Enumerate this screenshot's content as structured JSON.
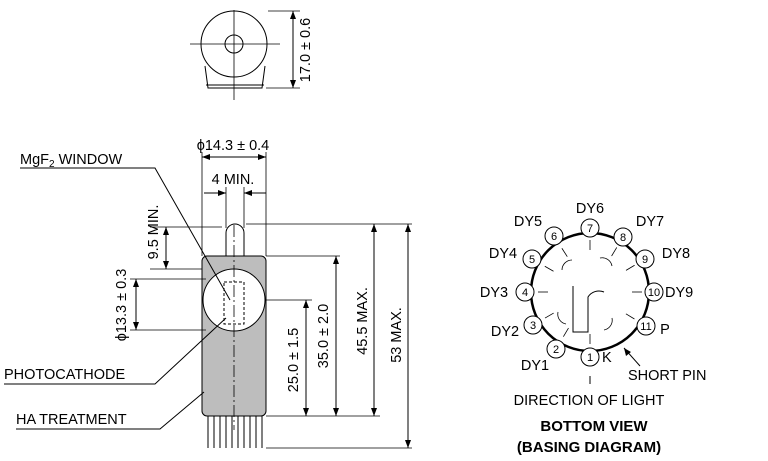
{
  "top_view": {
    "dim_height": "17.0 ± 0.6"
  },
  "side_view": {
    "dim_diameter": "ϕ14.3 ± 0.4",
    "dim_min_width": "4 MIN.",
    "dim_pin_min": "9.5 MIN.",
    "dim_window_diameter": "ϕ13.3 ± 0.3",
    "dim_window_center": "25.0 ± 1.5",
    "dim_body_length": "35.0 ± 2.0",
    "dim_max_length": "45.5 MAX.",
    "dim_total_max": "53 MAX."
  },
  "callouts": {
    "window_prefix": "MgF",
    "window_sub": "2",
    "window_suffix": " WINDOW",
    "photocathode": "PHOTOCATHODE",
    "ha_treatment": "HA TREATMENT"
  },
  "basing": {
    "pins": [
      {
        "num": "1",
        "label": "K"
      },
      {
        "num": "2",
        "label": "DY1"
      },
      {
        "num": "3",
        "label": "DY2"
      },
      {
        "num": "4",
        "label": "DY3"
      },
      {
        "num": "5",
        "label": "DY4"
      },
      {
        "num": "6",
        "label": "DY5"
      },
      {
        "num": "7",
        "label": "DY6"
      },
      {
        "num": "8",
        "label": "DY7"
      },
      {
        "num": "9",
        "label": "DY8"
      },
      {
        "num": "10",
        "label": "DY9"
      },
      {
        "num": "11",
        "label": "P"
      }
    ],
    "short_pin": "SHORT PIN",
    "direction": "DIRECTION OF LIGHT",
    "title": "BOTTOM VIEW",
    "subtitle": "(BASING DIAGRAM)"
  }
}
